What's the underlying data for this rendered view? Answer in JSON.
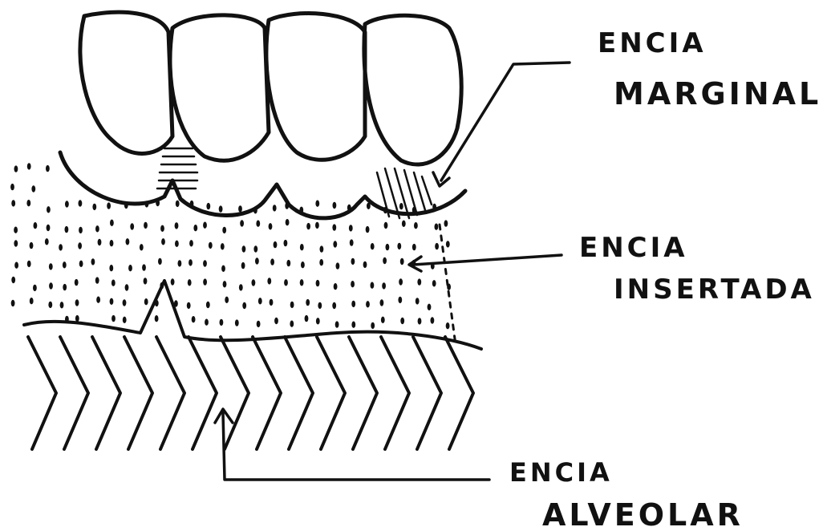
{
  "colors": {
    "ink": "#111111",
    "background": "#ffffff"
  },
  "labels": {
    "marginal": {
      "line1": "ENCIA",
      "line2": "MARGINAL"
    },
    "insertada": {
      "line1": "ENCIA",
      "line2": "INSERTADA"
    },
    "alveolar": {
      "line1": "ENCIA",
      "line2": "ALVEOLAR"
    }
  }
}
